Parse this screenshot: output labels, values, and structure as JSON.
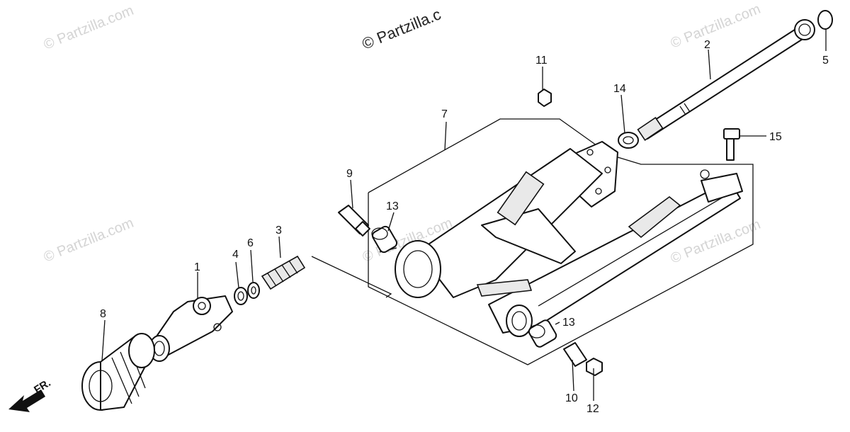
{
  "watermarks": {
    "main": "© Partzilla.c",
    "top_left": "© Partzilla.com",
    "top_right": "© Partzilla.com",
    "mid_left": "© Partzilla.com",
    "mid_center": "© Partzilla.com",
    "mid_right": "© Partzilla.com"
  },
  "direction_label": "FR.",
  "callouts": {
    "p1": "1",
    "p2": "2",
    "p3": "3",
    "p4": "4",
    "p5": "5",
    "p6": "6",
    "p7": "7",
    "p8": "8",
    "p9": "9",
    "p10": "10",
    "p11": "11",
    "p12": "12",
    "p13a": "13",
    "p13b": "13",
    "p14": "14",
    "p15": "15"
  }
}
